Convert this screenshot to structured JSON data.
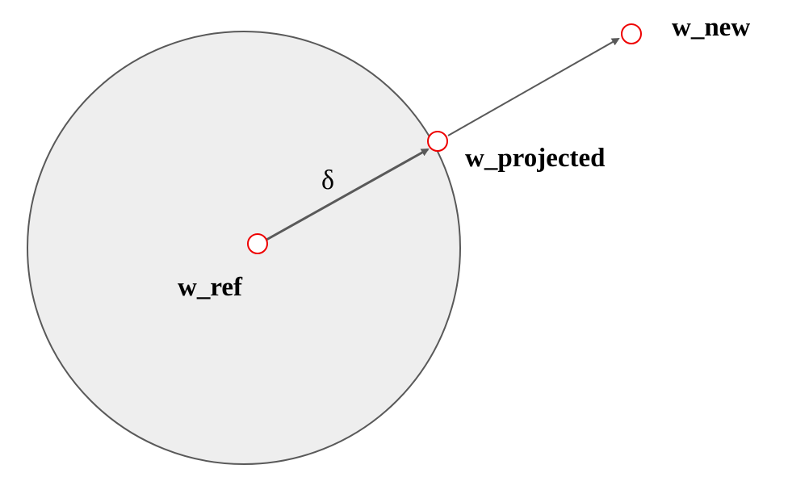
{
  "colors": {
    "ball_fill": "#eeeeee",
    "ball_stroke": "#595959",
    "arrow": "#595959",
    "point_stroke": "#ee0000",
    "text": "#000000"
  },
  "labels": {
    "w_new": "w_new",
    "w_projected": "w_projected",
    "w_ref": "w_ref",
    "delta": "δ"
  }
}
